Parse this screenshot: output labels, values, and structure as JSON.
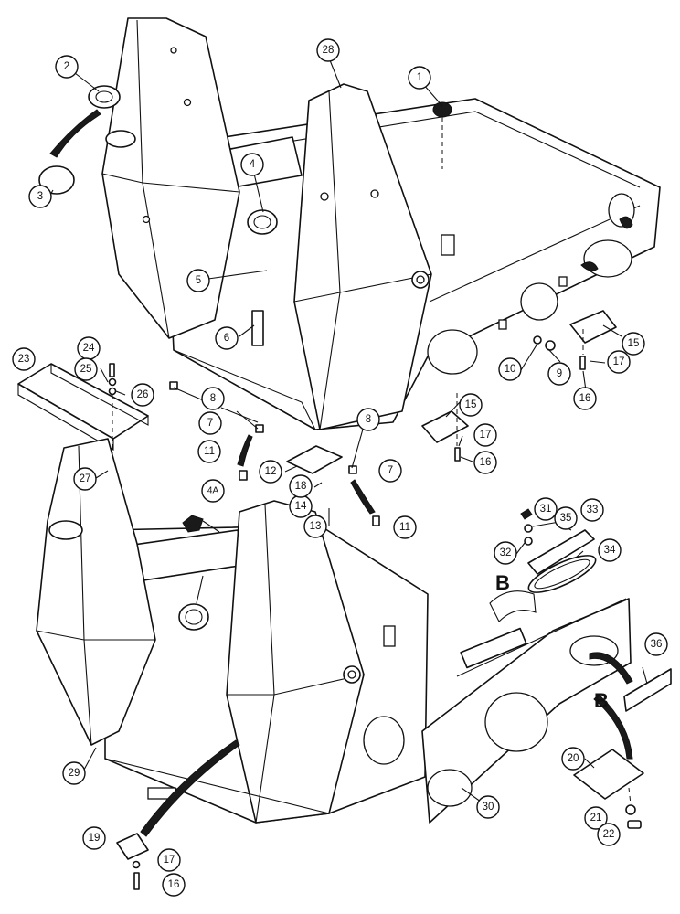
{
  "callouts": [
    "1",
    "2",
    "3",
    "4",
    "4A",
    "5",
    "6",
    "7",
    "8",
    "9",
    "10",
    "11",
    "12",
    "13",
    "14",
    "15",
    "16",
    "17",
    "18",
    "19",
    "20",
    "21",
    "22",
    "23",
    "24",
    "25",
    "26",
    "27",
    "28",
    "29",
    "30",
    "31",
    "32",
    "33",
    "34",
    "35",
    "36"
  ],
  "view_letters": [
    "B",
    "B"
  ]
}
